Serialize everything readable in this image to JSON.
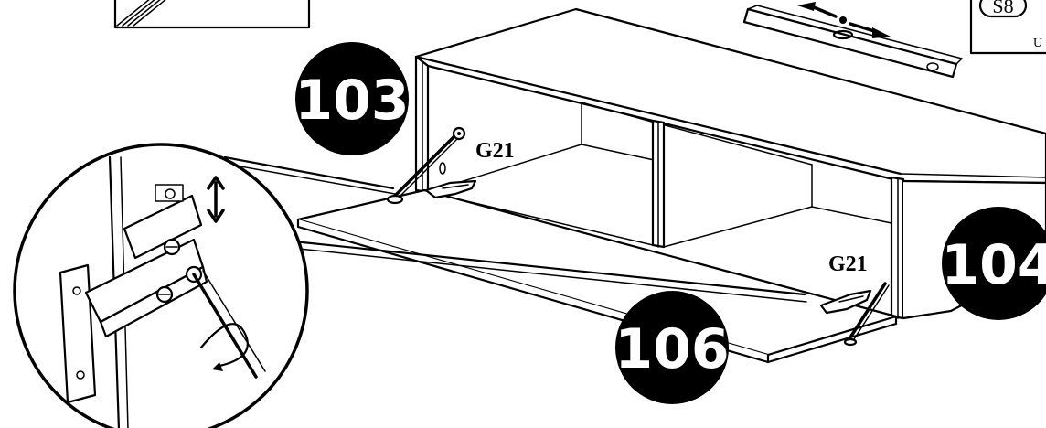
{
  "steps": {
    "step_103": "103",
    "step_104": "104",
    "step_106": "106"
  },
  "part_labels": {
    "hinge_left": "G21",
    "hinge_right": "G21"
  },
  "corner_box": {
    "code": "S8",
    "partial_text": "U"
  },
  "colors": {
    "ink": "#000000",
    "paper": "#ffffff"
  }
}
